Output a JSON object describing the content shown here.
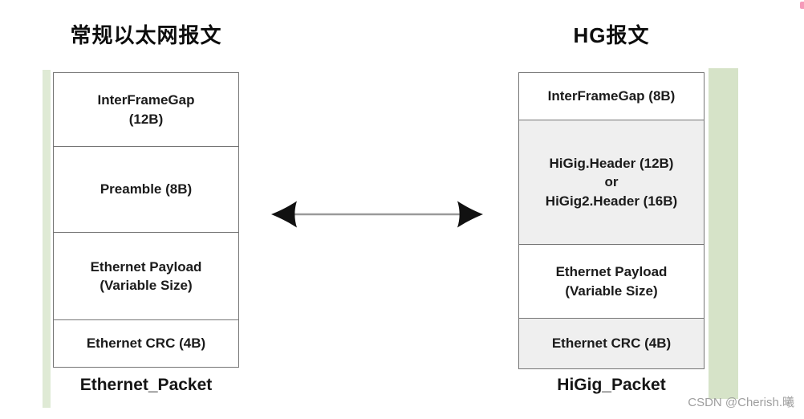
{
  "titles": {
    "left": "常规以太网报文",
    "right": "HG报文"
  },
  "left_stack": {
    "caption": "Ethernet_Packet",
    "segments": [
      {
        "lines": [
          "InterFrameGap",
          "(12B)"
        ],
        "shaded": false
      },
      {
        "lines": [
          "Preamble (8B)"
        ],
        "shaded": false
      },
      {
        "lines": [
          "Ethernet Payload",
          "(Variable Size)"
        ],
        "shaded": false
      },
      {
        "lines": [
          "Ethernet CRC (4B)"
        ],
        "shaded": false
      }
    ]
  },
  "right_stack": {
    "caption": "HiGig_Packet",
    "segments": [
      {
        "lines": [
          "InterFrameGap (8B)"
        ],
        "shaded": false
      },
      {
        "lines": [
          "HiGig.Header (12B)",
          "or",
          "HiGig2.Header (16B)"
        ],
        "shaded": true
      },
      {
        "lines": [
          "Ethernet Payload",
          "(Variable Size)"
        ],
        "shaded": false
      },
      {
        "lines": [
          "Ethernet CRC (4B)"
        ],
        "shaded": true
      }
    ]
  },
  "arrow": {
    "type": "double-headed-horizontal",
    "line_color": "#9a9a9a",
    "head_color": "#111111"
  },
  "watermark": {
    "text": "CSDN @Cherish.曦",
    "color": "#9e9e9e"
  },
  "colors": {
    "green_bar_left": "#dfead5",
    "green_bar_right": "#d6e3c8",
    "segment_shaded_fill": "#efefef",
    "segment_border": "#757575",
    "background": "#ffffff"
  }
}
